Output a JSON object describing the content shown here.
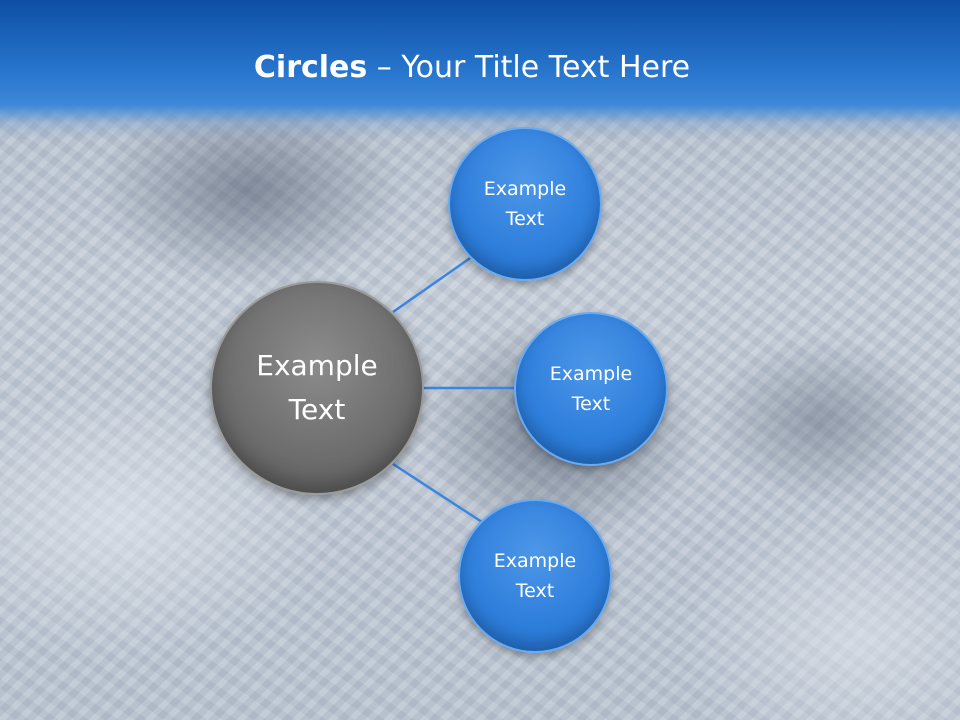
{
  "slide": {
    "title_bold": "Circles",
    "title_rest": " – Your Title Text Here"
  },
  "diagram": {
    "hub": {
      "line1": "Example",
      "line2": "Text",
      "color": "#777777"
    },
    "nodes": [
      {
        "line1": "Example",
        "line2": "Text"
      },
      {
        "line1": "Example",
        "line2": "Text"
      },
      {
        "line1": "Example",
        "line2": "Text"
      }
    ],
    "accent_color": "#2f7fdc",
    "connector_color": "#3a86e0"
  }
}
